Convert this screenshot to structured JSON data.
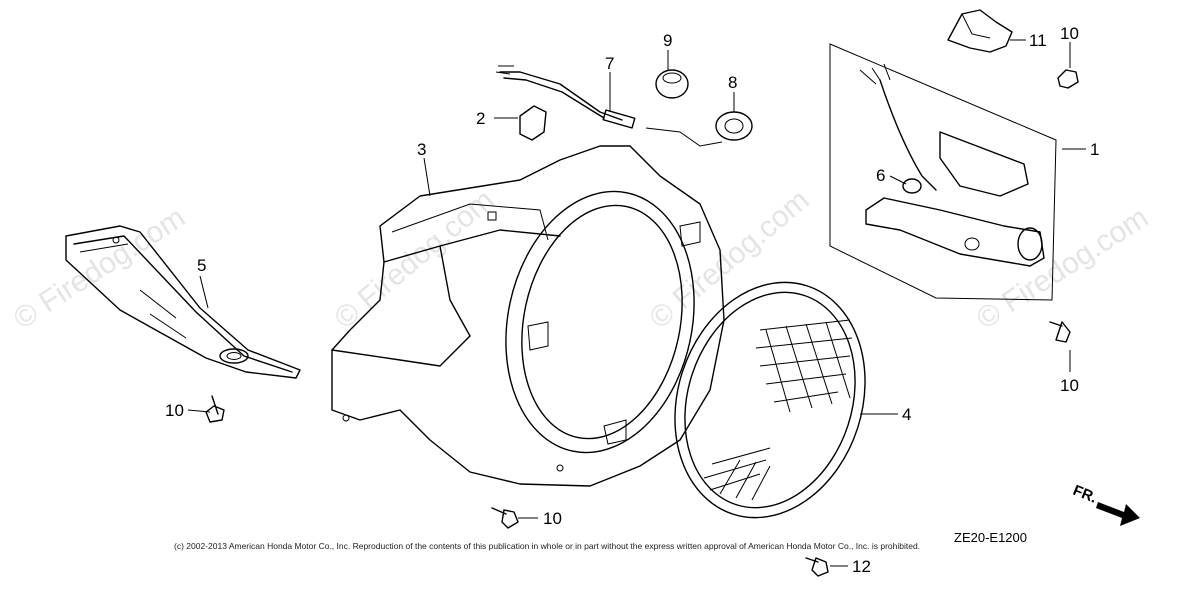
{
  "watermark": {
    "text": "© Firedog.com"
  },
  "callouts": [
    {
      "id": "c1",
      "label": "1"
    },
    {
      "id": "c2",
      "label": "2"
    },
    {
      "id": "c3",
      "label": "3"
    },
    {
      "id": "c4",
      "label": "4"
    },
    {
      "id": "c5",
      "label": "5"
    },
    {
      "id": "c6",
      "label": "6"
    },
    {
      "id": "c7",
      "label": "7"
    },
    {
      "id": "c8",
      "label": "8"
    },
    {
      "id": "c9",
      "label": "9"
    },
    {
      "id": "c10a",
      "label": "10"
    },
    {
      "id": "c10b",
      "label": "10"
    },
    {
      "id": "c10c",
      "label": "10"
    },
    {
      "id": "c10d",
      "label": "10"
    },
    {
      "id": "c11",
      "label": "11"
    },
    {
      "id": "c12",
      "label": "12"
    }
  ],
  "copyright": "(c) 2002-2013 American Honda Motor Co., Inc. Reproduction of the contents of this publication in whole or in part without the express written approval of American Honda Motor Co., Inc. is prohibited.",
  "diagram_code": "ZE20-E1200",
  "front_marker": "FR."
}
